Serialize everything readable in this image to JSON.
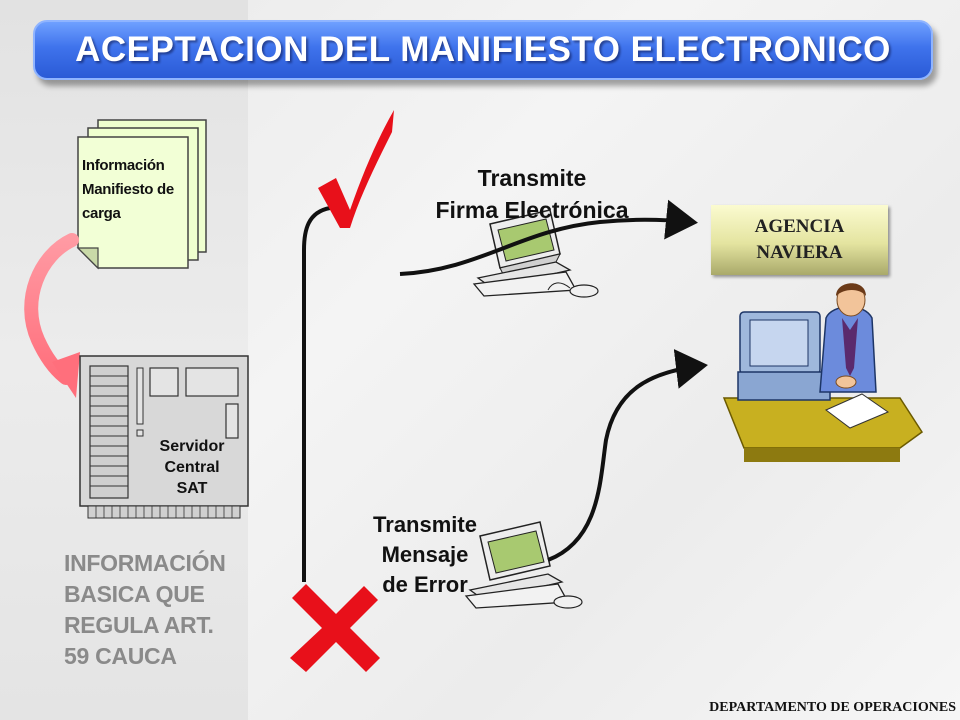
{
  "slide": {
    "title": "ACEPTACION DEL MANIFIESTO ELECTRONICO",
    "footer": "DEPARTAMENTO DE OPERACIONES"
  },
  "document": {
    "line1": "Información",
    "line2": "Manifiesto de",
    "line3": "carga"
  },
  "server": {
    "line1": "Servidor",
    "line2": "Central",
    "line3": "SAT"
  },
  "info_basica": {
    "line1": "INFORMACIÓN",
    "line2": "BASICA QUE",
    "line3": "REGULA ART.",
    "line4": "59 CAUCA"
  },
  "transmit_signature": {
    "line1": "Transmite",
    "line2": "Firma Electrónica"
  },
  "transmit_error": {
    "line1": "Transmite",
    "line2": "Mensaje",
    "line3": "de Error"
  },
  "agency": {
    "line1": "AGENCIA",
    "line2": "NAVIERA"
  },
  "colors": {
    "title_bar": "#3f73ec",
    "check_mark": "#e8101a",
    "cross_mark": "#e8101a",
    "cycle_arrow": "#ff8c96",
    "agency_box": "#e4e4a0"
  }
}
